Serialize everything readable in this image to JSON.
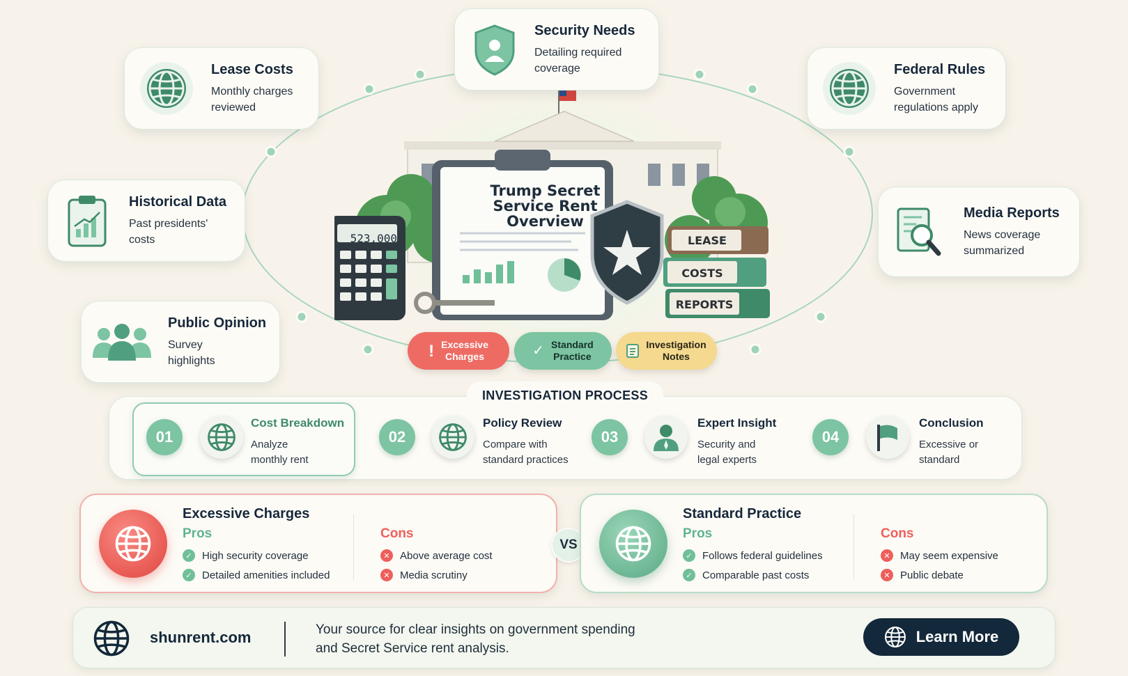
{
  "center": {
    "title_line1": "Trump Secret",
    "title_line2": "Service Rent",
    "title_line3": "Overview",
    "calculator_display": "523,000",
    "books": [
      "LEASE",
      "COSTS",
      "REPORTS"
    ]
  },
  "cards": {
    "security": {
      "title": "Security Needs",
      "line1": "Detailing required",
      "line2": "coverage"
    },
    "lease": {
      "title": "Lease Costs",
      "line1": "Monthly charges",
      "line2": "reviewed"
    },
    "federal": {
      "title": "Federal Rules",
      "line1": "Government",
      "line2": "regulations apply"
    },
    "historical": {
      "title": "Historical Data",
      "line1": "Past presidents'",
      "line2": "costs"
    },
    "media": {
      "title": "Media Reports",
      "line1": "News coverage",
      "line2": "summarized"
    },
    "opinion": {
      "title": "Public Opinion",
      "line1": "Survey",
      "line2": "highlights"
    }
  },
  "tags": {
    "excessive": {
      "line1": "Excessive",
      "line2": "Charges",
      "icon": "exclamation-icon"
    },
    "standard": {
      "line1": "Standard",
      "line2": "Practice",
      "icon": "check-icon"
    },
    "notes": {
      "line1": "Investigation",
      "line2": "Notes",
      "icon": "notes-icon"
    }
  },
  "process": {
    "title": "INVESTIGATION PROCESS",
    "steps": [
      {
        "num": "01",
        "title": "Cost Breakdown",
        "line1": "Analyze",
        "line2": "monthly rent",
        "icon": "globe-icon"
      },
      {
        "num": "02",
        "title": "Policy Review",
        "line1": "Compare with",
        "line2": "standard practices",
        "icon": "globe-icon"
      },
      {
        "num": "03",
        "title": "Expert Insight",
        "line1": "Security and",
        "line2": "legal experts",
        "icon": "person-icon"
      },
      {
        "num": "04",
        "title": "Conclusion",
        "line1": "Excessive or",
        "line2": "standard",
        "icon": "flag-icon"
      }
    ]
  },
  "compare": {
    "vs": "VS",
    "left": {
      "title": "Excessive Charges",
      "pros_label": "Pros",
      "cons_label": "Cons",
      "pros": [
        "High security coverage",
        "Detailed amenities included"
      ],
      "cons": [
        "Above average cost",
        "Media scrutiny"
      ]
    },
    "right": {
      "title": "Standard Practice",
      "pros_label": "Pros",
      "cons_label": "Cons",
      "pros": [
        "Follows federal guidelines",
        "Comparable past costs"
      ],
      "cons": [
        "May seem expensive",
        "Public debate"
      ]
    }
  },
  "footer": {
    "site": "shunrent.com",
    "tagline1": "Your source for clear insights on government spending",
    "tagline2": "and Secret Service rent analysis.",
    "button": "Learn More"
  },
  "colors": {
    "green": "#7cc4a2",
    "dark_green": "#3f8a68",
    "red": "#ee5f5b",
    "yellow": "#f4d98e",
    "navy": "#13283a",
    "background": "#f8f3ea"
  }
}
